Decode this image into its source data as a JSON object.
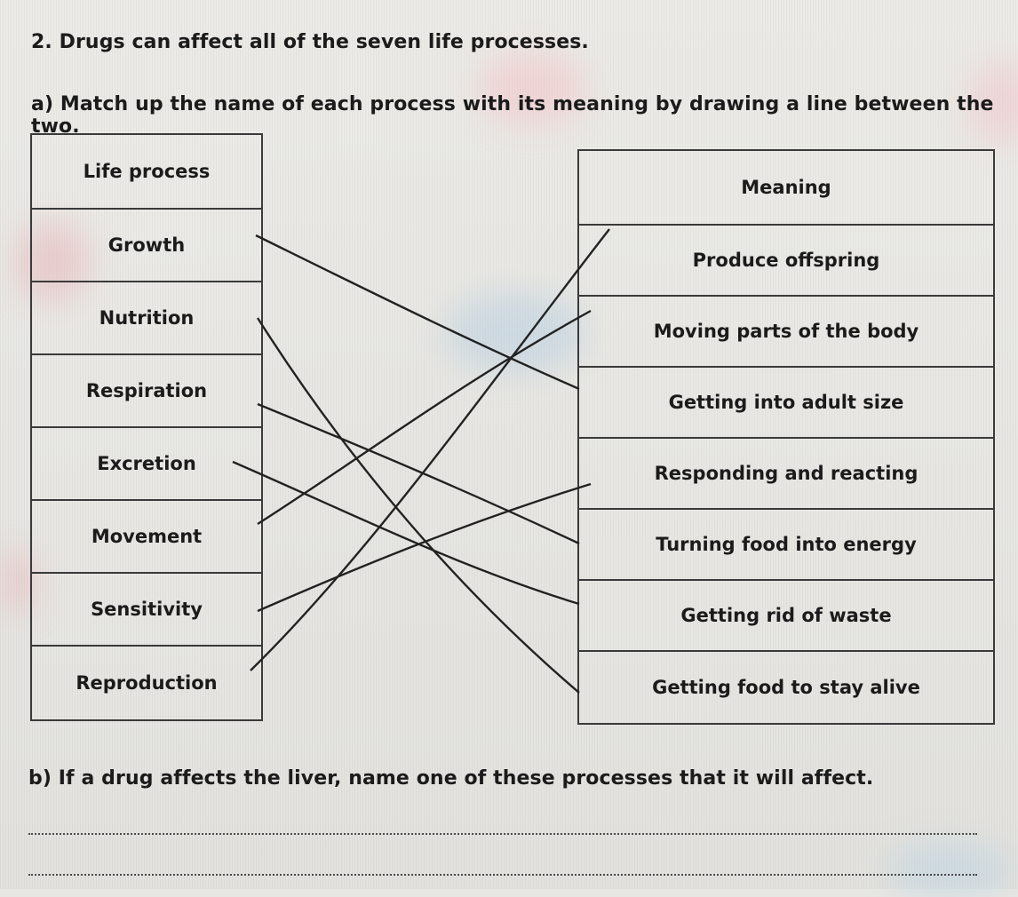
{
  "question": {
    "title": "2. Drugs can affect all of the seven life processes.",
    "part_a": "a) Match up the name of each process with its meaning by drawing a line between the two.",
    "part_b": "b) If a drug affects the liver, name one of these processes that it will affect."
  },
  "left_table": {
    "header": "Life process",
    "rows": [
      "Growth",
      "Nutrition",
      "Respiration",
      "Excretion",
      "Movement",
      "Sensitivity",
      "Reproduction"
    ]
  },
  "right_table": {
    "header": "Meaning",
    "rows": [
      "Produce offspring",
      "Moving parts of the body",
      "Getting into adult size",
      "Responding and reacting",
      "Turning food into energy",
      "Getting rid of waste",
      "Getting food to stay alive"
    ]
  },
  "matches": [
    {
      "from": "Growth",
      "to": "Getting into adult size"
    },
    {
      "from": "Nutrition",
      "to": "Getting food to stay alive"
    },
    {
      "from": "Respiration",
      "to": "Turning food into energy"
    },
    {
      "from": "Excretion",
      "to": "Getting rid of waste"
    },
    {
      "from": "Movement",
      "to": "Moving parts of the body"
    },
    {
      "from": "Sensitivity",
      "to": "Responding and reacting"
    },
    {
      "from": "Reproduction",
      "to": "Produce offspring"
    }
  ]
}
